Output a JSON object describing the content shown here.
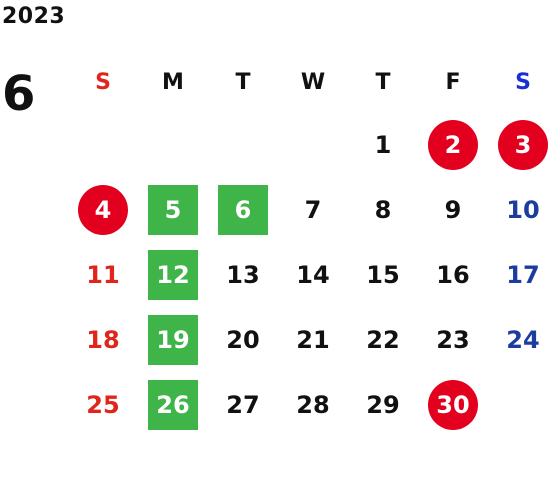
{
  "year": "2023",
  "month": "6",
  "weekdays": [
    "S",
    "M",
    "T",
    "W",
    "T",
    "F",
    "S"
  ],
  "weeks": [
    [
      "",
      "",
      "",
      "",
      "1",
      "2",
      "3"
    ],
    [
      "4",
      "5",
      "6",
      "7",
      "8",
      "9",
      "10"
    ],
    [
      "11",
      "12",
      "13",
      "14",
      "15",
      "16",
      "17"
    ],
    [
      "18",
      "19",
      "20",
      "21",
      "22",
      "23",
      "24"
    ],
    [
      "25",
      "26",
      "27",
      "28",
      "29",
      "30",
      ""
    ]
  ],
  "colors": {
    "sunday": "#e0261c",
    "saturday": "#1c3ca0",
    "holiday_circle": "#e3001f",
    "green_square": "#3eb449"
  },
  "holiday_days": [
    "2",
    "3",
    "4",
    "30"
  ],
  "green_days": [
    "5",
    "6",
    "12",
    "19",
    "26"
  ]
}
